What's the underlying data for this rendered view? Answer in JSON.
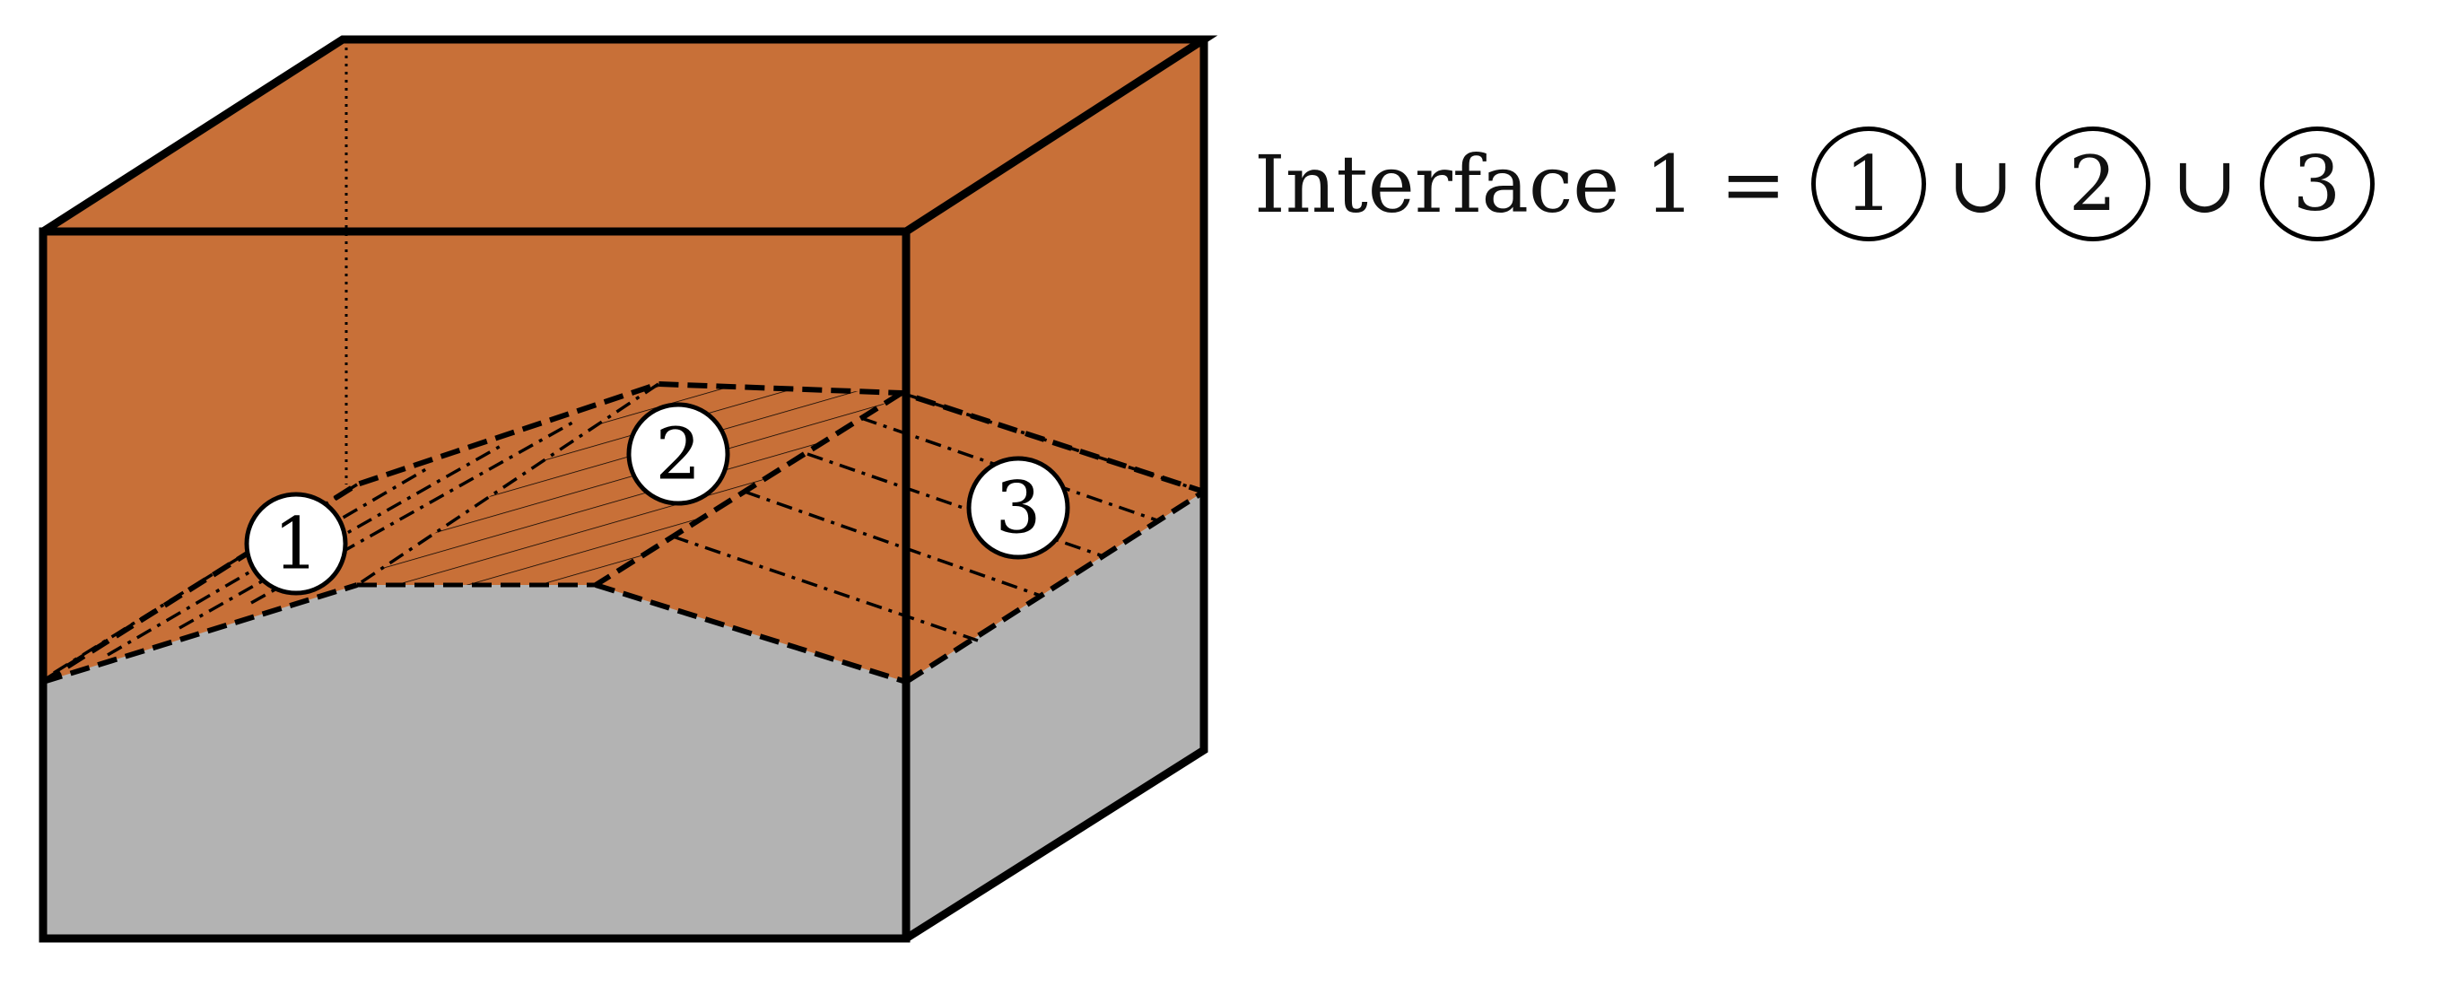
{
  "colors": {
    "upper_region": "#C87038",
    "lower_region": "#B3B3B3",
    "line": "#000000",
    "marker_fill": "#FFFFFF"
  },
  "markers": [
    "1",
    "2",
    "3"
  ],
  "equation": {
    "lhs": "Interface 1",
    "equals": "=",
    "union": "∪",
    "terms": [
      "1",
      "2",
      "3"
    ]
  }
}
